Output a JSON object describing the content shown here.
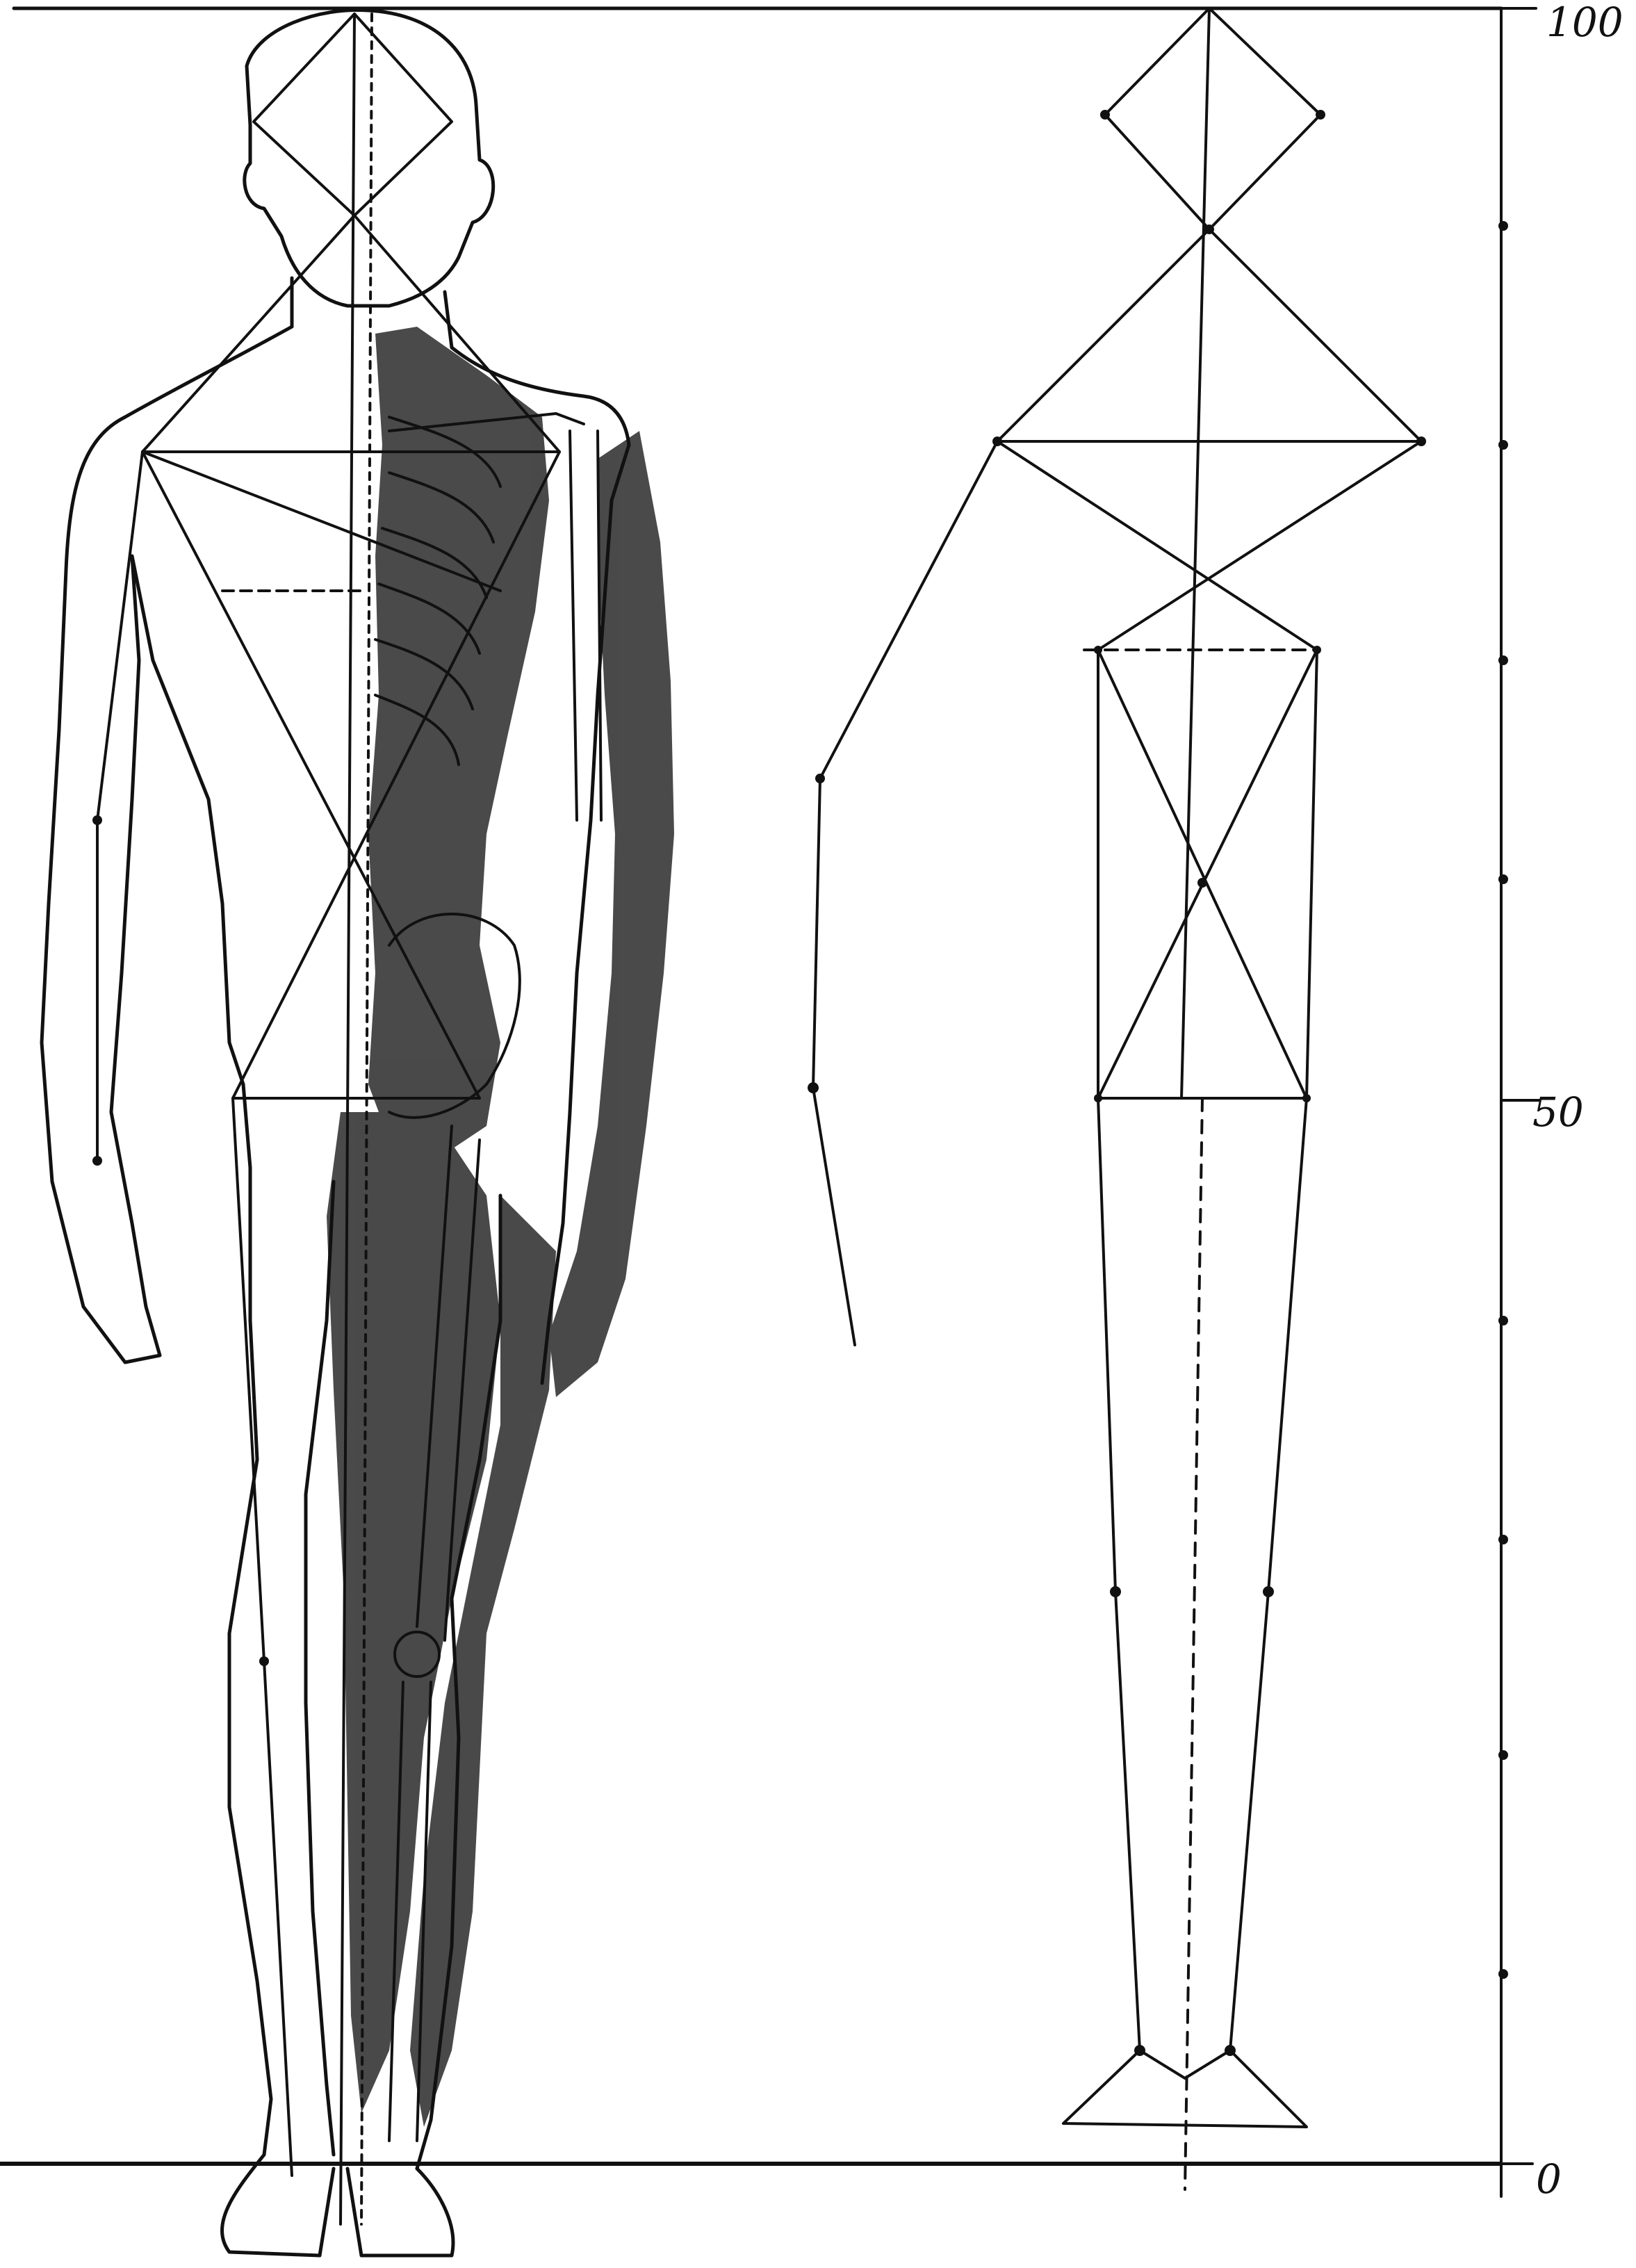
{
  "scale": {
    "labels": [
      "100",
      "50",
      "0"
    ],
    "top_value": 100,
    "mid_value": 50,
    "bottom_value": 0
  },
  "colors": {
    "ink": "#111111",
    "paper": "#ffffff"
  },
  "figures": {
    "left": "anatomical-figure",
    "right": "proportion-stick-figure"
  }
}
